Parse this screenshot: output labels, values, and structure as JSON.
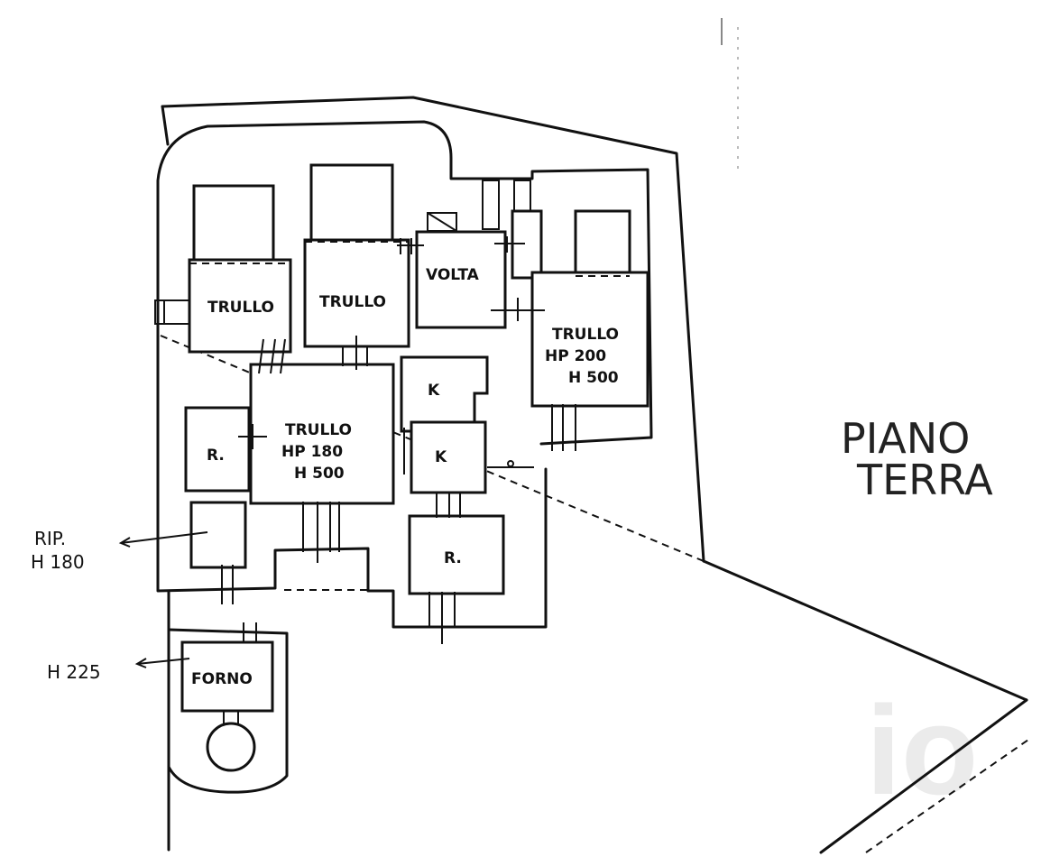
{
  "plan": {
    "title_line1": "PIANO",
    "title_line2": "TERRA",
    "rooms": {
      "trullo_a": "TRULLO",
      "trullo_b": "TRULLO",
      "volta": "VOLTA",
      "trullo_right_l1": "TRULLO",
      "trullo_right_l2": "HP 200",
      "trullo_right_l3": "H 500",
      "trullo_center_l1": "TRULLO",
      "trullo_center_l2": "HP 180",
      "trullo_center_l3": "H 500",
      "r_left": "R.",
      "r_bottom": "R.",
      "k_top": "K",
      "k_bottom": "K",
      "forno": "FORNO"
    },
    "annotations": {
      "rip_l1": "RIP.",
      "rip_l2": "H 180",
      "h225": "H 225"
    }
  },
  "colors": {
    "ink": "#111111",
    "paper": "#ffffff"
  }
}
